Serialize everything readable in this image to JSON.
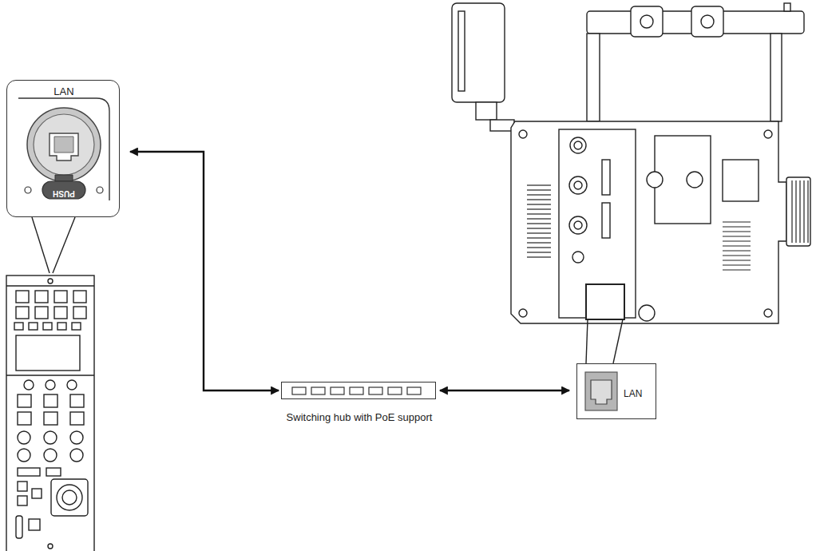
{
  "diagram": {
    "nodes": [
      {
        "text": [
          "LAN",
          "PUSH"
        ]
      },
      {
        "text": [
          "Switching hub with PoE support"
        ]
      },
      {
        "text": [
          "LAN"
        ]
      }
    ],
    "edges": [
      {
        "from": 1,
        "to": 0,
        "arrow": "both"
      },
      {
        "from": 1,
        "to": 2,
        "arrow": "both"
      }
    ]
  }
}
